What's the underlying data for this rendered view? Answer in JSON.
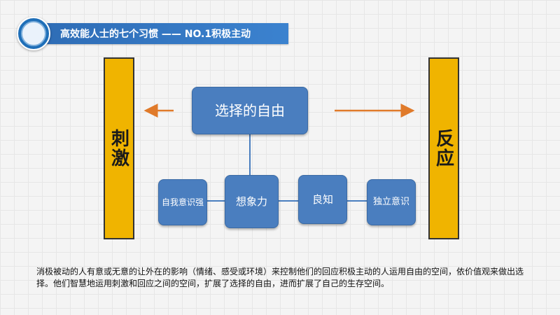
{
  "header": {
    "title": "高效能人士的七个习惯 —— NO.1积极主动"
  },
  "diagram": {
    "left_column": "刺激",
    "right_column": "反应",
    "center_box": "选择的自由",
    "faculties": [
      "自我意识强",
      "想象力",
      "良知",
      "独立意识"
    ]
  },
  "description": "消极被动的人有意或无意的让外在的影响（情绪、感受或环境）来控制他们的回应积极主动的人运用自由的空间，依价值观来做出选择。他们智慧地运用刺激和回应之间的空间，扩展了选择的自由，进而扩展了自己的生存空间。",
  "colors": {
    "accent_blue": "#4a7ebf",
    "column_yellow": "#f0b400",
    "arrow_orange": "#e07a2a",
    "banner_blue": "#2e6cb5"
  }
}
